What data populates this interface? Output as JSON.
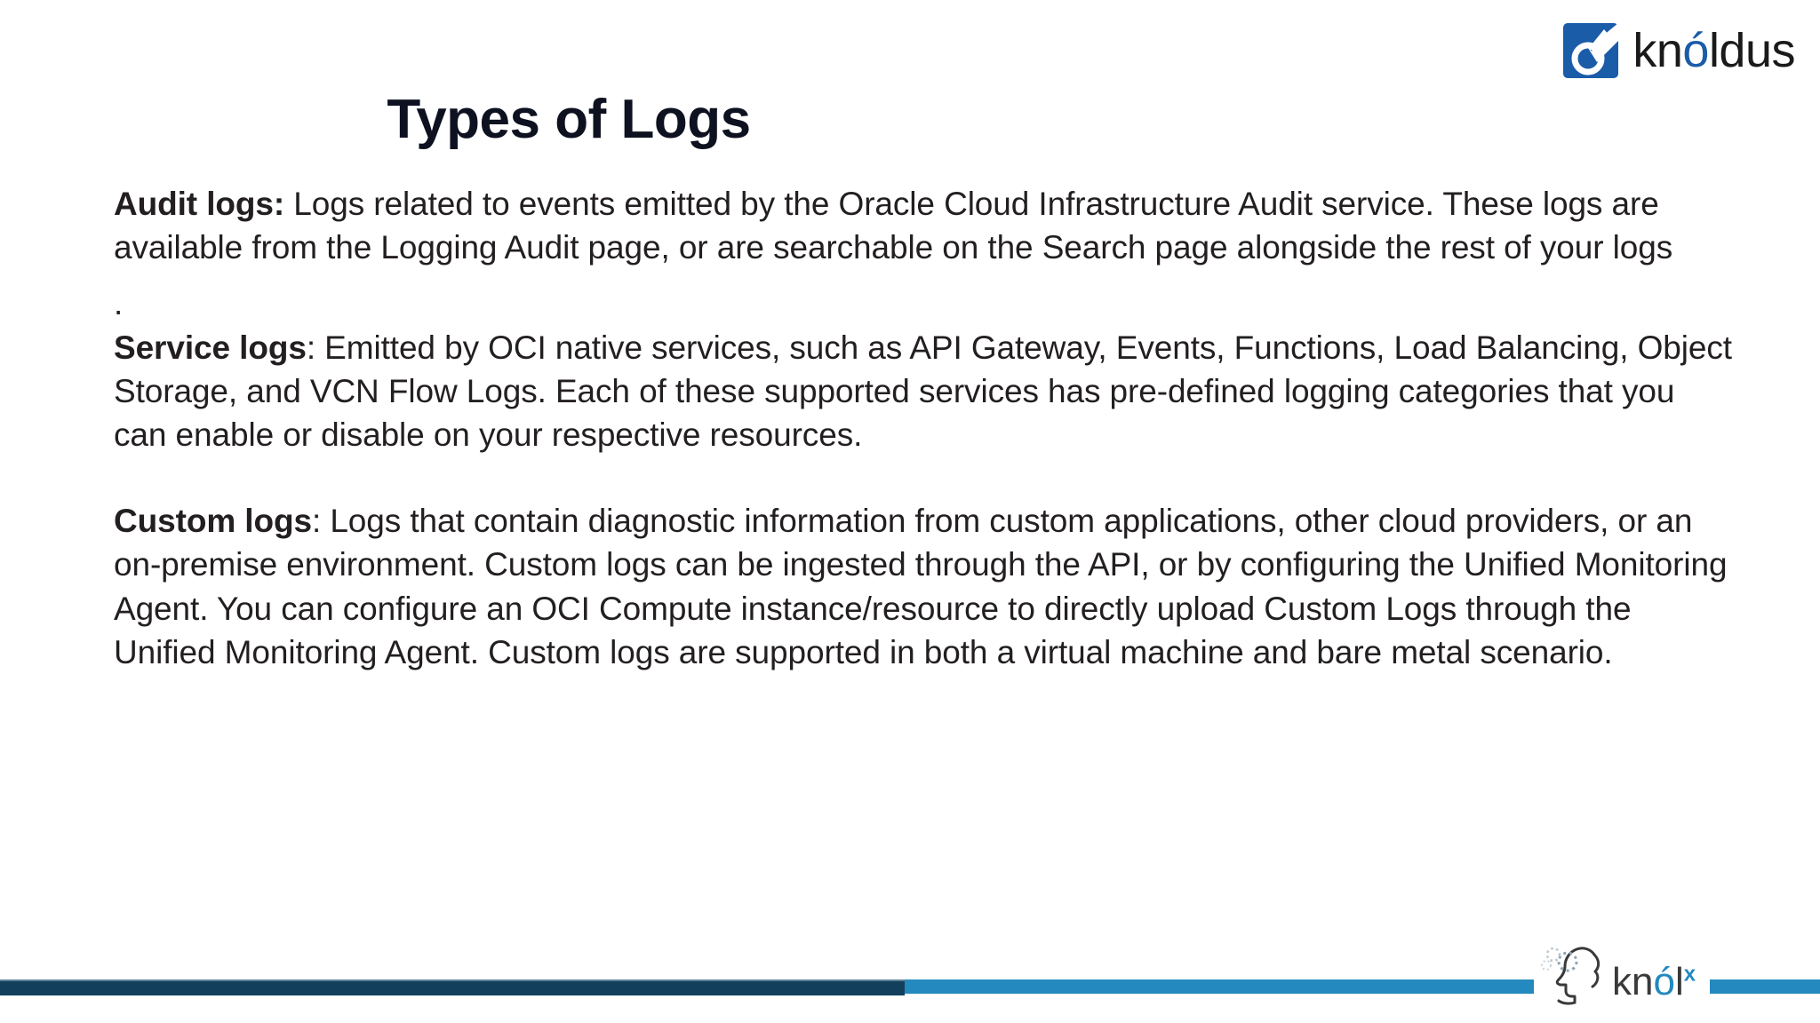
{
  "brand": {
    "mark_icon": "knoldus-circle-mark",
    "name_part1": "kn",
    "name_accent": "ó",
    "name_part2": "ldus"
  },
  "header": {
    "title": "Types of Logs"
  },
  "content": {
    "paragraphs": [
      {
        "id": "audit",
        "label": "Audit logs:",
        "text": " Logs related to events emitted by the Oracle Cloud Infrastructure Audit service. These logs are available from the Logging Audit page, or are searchable on the Search page alongside the rest of your logs"
      },
      {
        "id": "separator-dot",
        "text": "."
      },
      {
        "id": "service",
        "label": "Service logs",
        "text": ": Emitted by OCI native services, such as API Gateway, Events, Functions, Load Balancing, Object Storage, and VCN Flow Logs. Each of these supported services has pre-defined logging categories that you can enable or disable on your respective resources."
      },
      {
        "id": "custom",
        "label": "Custom logs",
        "text": ": Logs that contain diagnostic information from custom applications, other cloud providers, or an on-premise environment. Custom logs can be ingested through the API, or by configuring the Unified Monitoring Agent. You can configure an OCI Compute instance/resource to directly upload Custom Logs through the Unified Monitoring Agent. Custom logs are supported in both a virtual machine and bare metal scenario."
      }
    ]
  },
  "footer": {
    "logo_icon": "knolx-head-profile-icon",
    "wordmark_part1": "kn",
    "wordmark_accent": "ó",
    "wordmark_part2": "l",
    "wordmark_superscript": "x"
  },
  "colors": {
    "brand_blue": "#1b5ca8",
    "accent_blue": "#2389be",
    "footer_dark": "#12405c",
    "title_navy": "#0d1120",
    "body_text": "#231f20"
  }
}
